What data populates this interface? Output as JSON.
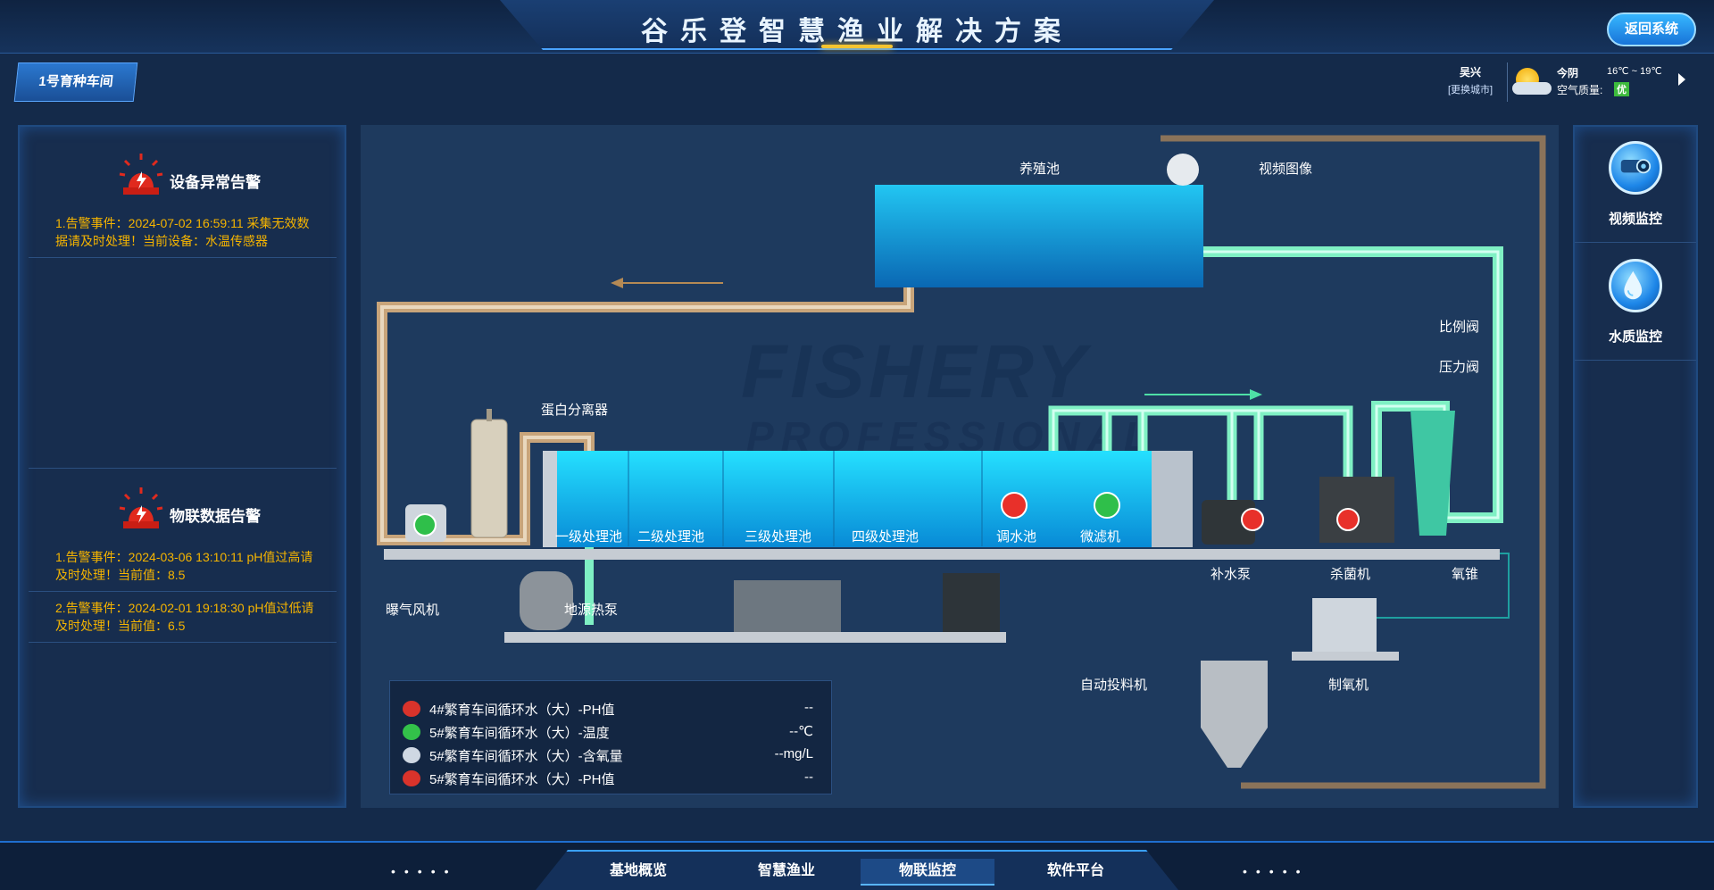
{
  "header": {
    "title": "谷乐登智慧渔业解决方案",
    "back_button": "返回系统",
    "workshop": "1号育种车间"
  },
  "weather": {
    "city": "吴兴",
    "change_city": "[更换城市]",
    "today": "今阴",
    "temp": "16℃ ~ 19℃",
    "air_quality_label": "空气质量:",
    "air_quality_value": "优"
  },
  "alarms": {
    "device": {
      "title": "设备异常告警",
      "items": [
        "1.告警事件：2024-07-02 16:59:11 采集无效数据请及时处理！当前设备：水温传感器"
      ]
    },
    "iot": {
      "title": "物联数据告警",
      "items": [
        "1.告警事件：2024-03-06 13:10:11 pH值过高请及时处理！当前值：8.5",
        "2.告警事件：2024-02-01 19:18:30 pH值过低请及时处理！当前值：6.5"
      ]
    }
  },
  "right_menu": [
    {
      "label": "视频监控",
      "icon": "camera-icon"
    },
    {
      "label": "水质监控",
      "icon": "water-drop-icon"
    }
  ],
  "process": {
    "breeding_pool": "养殖池",
    "video_image": "视频图像",
    "protein_separator": "蛋白分离器",
    "ratio_valve": "比例阀",
    "pressure_valve": "压力阀",
    "stage1": "一级处理池",
    "stage2": "二级处理池",
    "stage3": "三级处理池",
    "stage4": "四级处理池",
    "adjust_pool": "调水池",
    "micro_filter": "微滤机",
    "makeup_pump": "补水泵",
    "sterilizer": "杀菌机",
    "oxygen_cone": "氧锥",
    "aeration_fan": "曝气风机",
    "heat_pump": "地源热泵",
    "auto_feeder": "自动投料机",
    "oxygen_gen": "制氧机",
    "watermark": "FISHERY",
    "watermark2": "PROFESSIONAL"
  },
  "sensors": [
    {
      "name": "4#繁育车间循环水（大）-PH值",
      "value": "--",
      "color": "#d9332b"
    },
    {
      "name": "5#繁育车间循环水（大）-温度",
      "value": "--℃",
      "color": "#33c24a"
    },
    {
      "name": "5#繁育车间循环水（大）-含氧量",
      "value": "--mg/L",
      "color": "#cfd8e3"
    },
    {
      "name": "5#繁育车间循环水（大）-PH值",
      "value": "--",
      "color": "#d9332b"
    }
  ],
  "footer": {
    "nav": [
      "基地概览",
      "智慧渔业",
      "物联监控",
      "软件平台"
    ],
    "active": "物联监控",
    "dots": "•••••"
  },
  "colors": {
    "accent": "#4aa3ff",
    "alarm_text": "#f5b400",
    "pipe_tan": "#c8a47a",
    "pipe_green": "#7ff0c4"
  }
}
